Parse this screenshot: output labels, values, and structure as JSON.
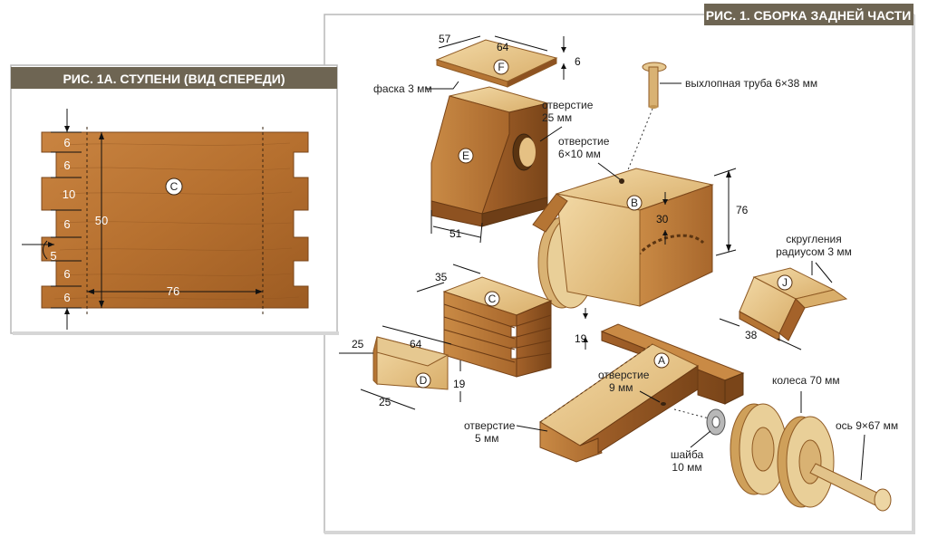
{
  "panel_main": {
    "title": "РИС. 1. СБОРКА ЗАДНЕЙ ЧАСТИ",
    "parts": [
      {
        "id": "F",
        "letter": "F"
      },
      {
        "id": "E",
        "letter": "E"
      },
      {
        "id": "B",
        "letter": "B"
      },
      {
        "id": "C",
        "letter": "C"
      },
      {
        "id": "D",
        "letter": "D"
      },
      {
        "id": "A",
        "letter": "A"
      },
      {
        "id": "J",
        "letter": "J"
      }
    ],
    "labels": {
      "chamfer": "фаска 3 мм",
      "hole25_line1": "отверстие",
      "hole25_line2": "25 мм",
      "exhaust": "выхлопная труба 6×38 мм",
      "hole6_line1": "отверстие",
      "hole6_line2": "6×10 мм",
      "round_line1": "скругления",
      "round_line2": "радиусом 3 мм",
      "hole9_line1": "отверстие",
      "hole9_line2": "9 мм",
      "hole5_line1": "отверстие",
      "hole5_line2": "5 мм",
      "wheels": "колеса 70 мм",
      "axle": "ось 9×67 мм",
      "washer_line1": "шайба",
      "washer_line2": "10 мм"
    },
    "dims": {
      "f_57": "57",
      "f_64": "64",
      "f_6": "6",
      "e_51": "51",
      "b_76": "76",
      "b_30": "30",
      "b_19": "19",
      "c_35": "35",
      "d_25a": "25",
      "d_64": "64",
      "d_25b": "25",
      "d_19": "19",
      "j_38": "38"
    }
  },
  "panel_inset": {
    "title": "РИС. 1А. СТУПЕНИ (ВИД СПЕРЕДИ)",
    "part_letter": "C",
    "steps": [
      "6",
      "6",
      "10",
      "6",
      "6",
      "6"
    ],
    "height": "50",
    "width": "76",
    "notch": "5"
  }
}
